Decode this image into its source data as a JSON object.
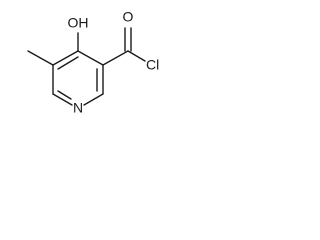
{
  "structure": {
    "atoms": {
      "hydroxyl": "OH",
      "carbonyl_oxygen": "O",
      "chlorine": "Cl",
      "ring_nitrogen": "N"
    }
  }
}
